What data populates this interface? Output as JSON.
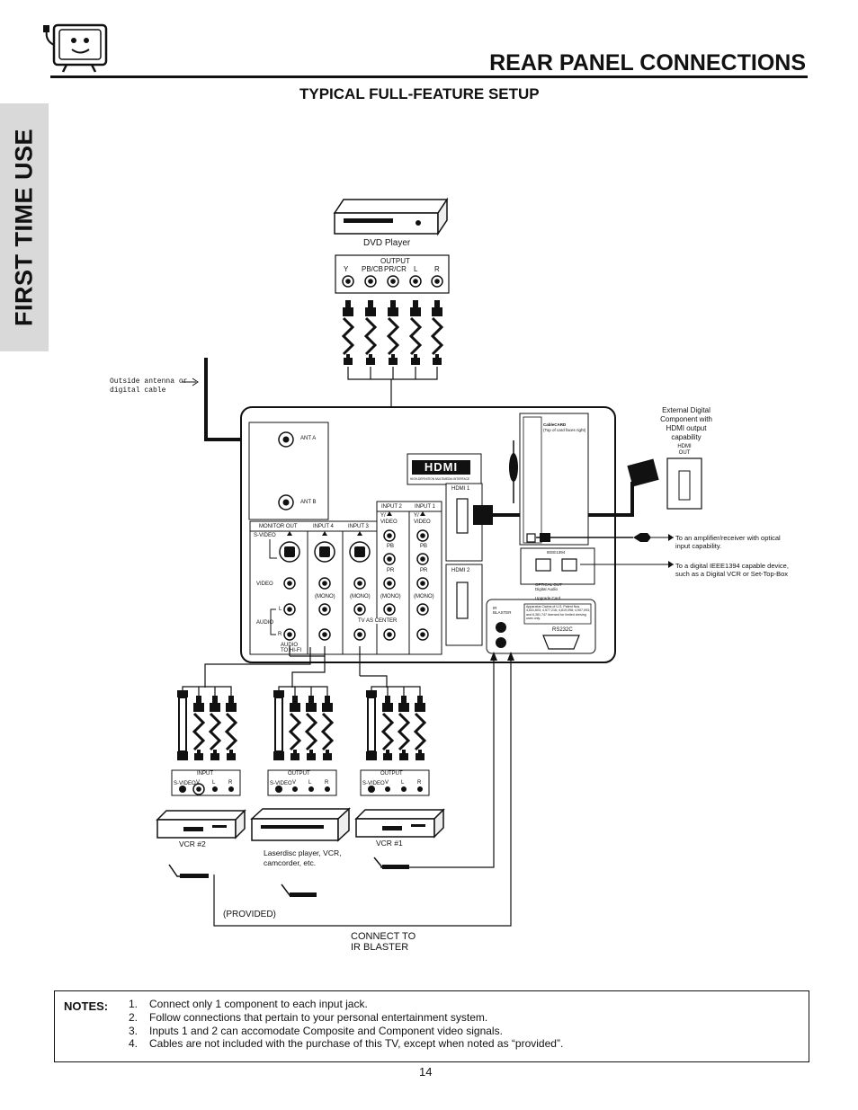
{
  "side_tab": "FIRST TIME USE",
  "header": {
    "title": "REAR PANEL CONNECTIONS",
    "subtitle": "TYPICAL FULL-FEATURE SETUP"
  },
  "dvd": {
    "label": "DVD Player",
    "output_label": "OUTPUT",
    "jacks": [
      "Y",
      "PB/CB",
      "PR/CR",
      "L",
      "R"
    ]
  },
  "antenna": {
    "label_line1": "Outside antenna or",
    "label_line2": "digital cable"
  },
  "tv_panel": {
    "ant_a": "ANT A",
    "ant_b": "ANT B",
    "hdmi_logo": "HDMI",
    "hdmi_tagline": "HIGH-DEFINITION MULTIMEDIA INTERFACE",
    "hdmi1": "HDMI 1",
    "hdmi2": "HDMI 2",
    "monitor_out": "MONITOR OUT",
    "input4": "INPUT 4",
    "input3": "INPUT 3",
    "input2": "INPUT 2",
    "input1": "INPUT 1",
    "y_video": "Y/ VIDEO",
    "s_video": "S-VIDEO",
    "video": "VIDEO",
    "audio": "AUDIO",
    "pb": "PB",
    "pr": "PR",
    "mono": "(MONO)",
    "tv_as_center": "TV AS CENTER",
    "audio_to_hifi": "AUDIO TO HI-FI",
    "l": "L",
    "r": "R",
    "cablecard": "CableCARD",
    "cablecard_note": "(Top of card faces right)",
    "ieee1394": "IEEE1394",
    "optical_out": "OPTICAL OUT",
    "digital_audio": "Digital Audio",
    "upgrade_card": "Upgrade Card",
    "ir_blaster": "IR BLASTER",
    "patent_text": "Apparatus Claims of U.S. Patent Nos. 4,631,603; 4,577,216; 4,819,098; 4,907,093; and 6,381,747 licensed for limited viewing uses only.",
    "rs232c": "RS232C"
  },
  "external_hdmi": {
    "label": "External Digital Component with HDMI output capability",
    "port": "HDMI OUT"
  },
  "amplifier_note": "To an amplifier/receiver with optical input capability.",
  "ieee_note": "To a digital IEEE1394 capable device, such as a Digital VCR or Set-Top-Box",
  "vcr2": {
    "panel": "INPUT",
    "jacks": [
      "S-VIDEO",
      "V",
      "L",
      "R"
    ],
    "label": "VCR #2"
  },
  "laserdisc": {
    "panel": "OUTPUT",
    "jacks": [
      "S-VIDEO",
      "V",
      "L",
      "R"
    ],
    "label": "Laserdisc player, VCR, camcorder, etc."
  },
  "vcr1": {
    "panel": "OUTPUT",
    "jacks": [
      "S-VIDEO",
      "V",
      "L",
      "R"
    ],
    "label": "VCR #1"
  },
  "provided": "(PROVIDED)",
  "connect_ir": {
    "line1": "CONNECT TO",
    "line2": "IR BLASTER"
  },
  "notes": {
    "heading": "NOTES:",
    "items": [
      {
        "num": "1.",
        "text": "Connect only 1 component to each input jack."
      },
      {
        "num": "2.",
        "text": "Follow connections that pertain to your personal entertainment system."
      },
      {
        "num": "3.",
        "text": "Inputs 1 and 2 can accomodate Composite and Component video signals."
      },
      {
        "num": "4.",
        "text": "Cables are not included with the purchase of this TV,  except when noted as “provided”."
      }
    ]
  },
  "page_number": "14"
}
